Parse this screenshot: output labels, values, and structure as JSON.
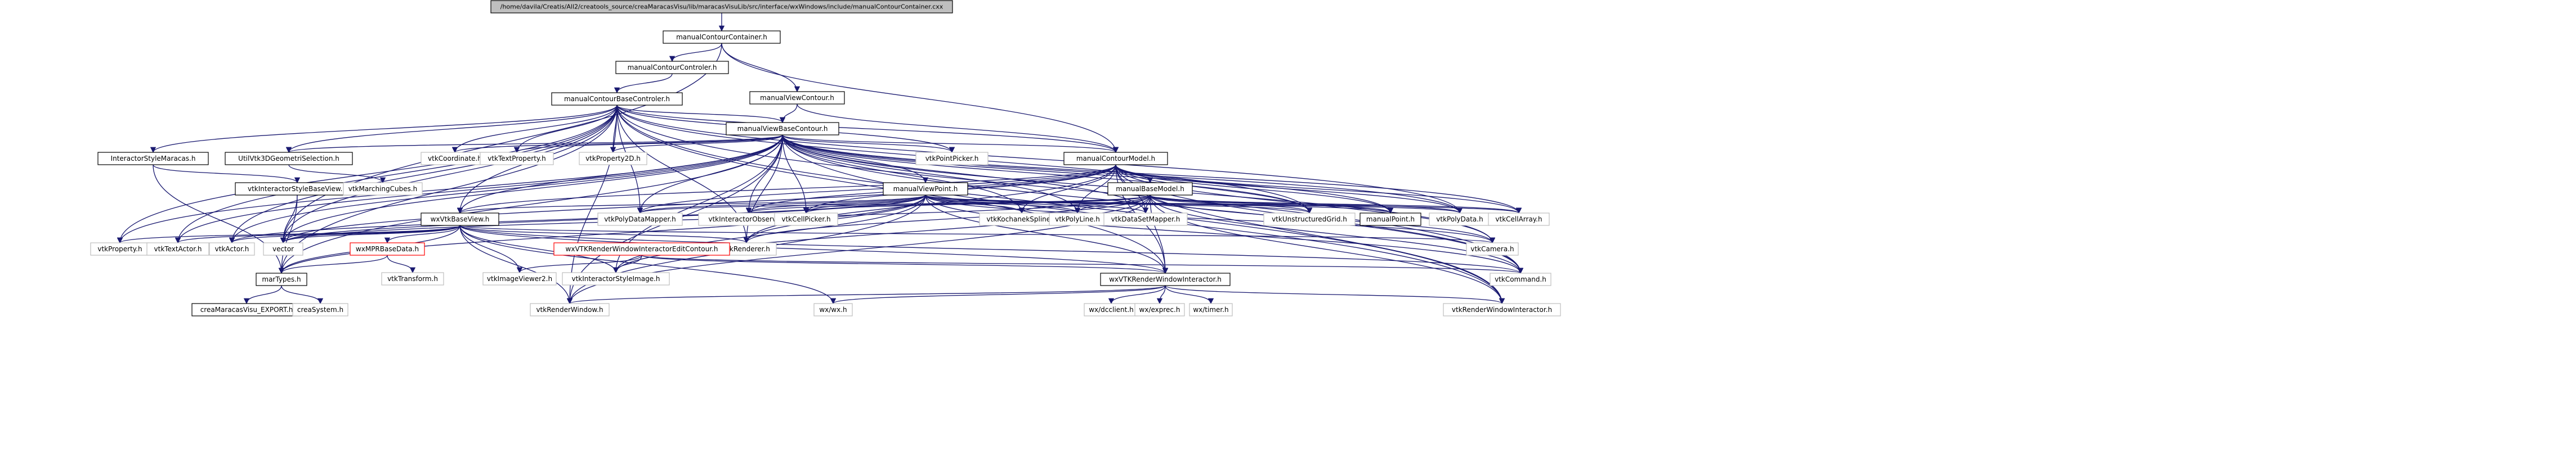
{
  "graph": {
    "root": "/home/davila/Creatis/All2/creatools_source/creaMaracasVisu/lib/maracasVisuLib/src/interface/wxWindows/include/manualContourContainer.cxx",
    "colors": {
      "edge": "#191970",
      "root_fill": "#bfbfbf",
      "documented_border": "#000000",
      "undocumented_border": "#bfbfbf",
      "red_border": "#ff0000"
    },
    "nodes": {
      "root": "/home/davila/Creatis/All2/creatools_source/creaMaracasVisu/lib/maracasVisuLib/src/interface/wxWindows/include/manualContourContainer.cxx",
      "manualContourContainer": "manualContourContainer.h",
      "manualContourControler": "manualContourControler.h",
      "manualViewContour": "manualViewContour.h",
      "manualContourBaseControler": "manualContourBaseControler.h",
      "manualViewBaseContour": "manualViewBaseContour.h",
      "InteractorStyleMaracas": "InteractorStyleMaracas.h",
      "UtilVtk3DGeometriSelection": "UtilVtk3DGeometriSelection.h",
      "vtkCoordinate": "vtkCoordinate.h",
      "vtkTextProperty": "vtkTextProperty.h",
      "vtkProperty2D": "vtkProperty2D.h",
      "vtkPointPicker": "vtkPointPicker.h",
      "manualContourModel": "manualContourModel.h",
      "vtkInteractorStyleBaseView": "vtkInteractorStyleBaseView.h",
      "vtkMarchingCubes": "vtkMarchingCubes.h",
      "manualViewPoint": "manualViewPoint.h",
      "manualBaseModel": "manualBaseModel.h",
      "wxVtkBaseView": "wxVtkBaseView.h",
      "vtkPolyDataMapper": "vtkPolyDataMapper.h",
      "vtkInteractorObserver": "vtkInteractorObserver.h",
      "vtkCellPicker": "vtkCellPicker.h",
      "vtkKochanekSpline": "vtkKochanekSpline.h",
      "vtkPolyLine": "vtkPolyLine.h",
      "vtkDataSetMapper": "vtkDataSetMapper.h",
      "vtkUnstructuredGrid": "vtkUnstructuredGrid.h",
      "manualPoint": "manualPoint.h",
      "vtkPolyData": "vtkPolyData.h",
      "vtkCellArray": "vtkCellArray.h",
      "vtkProperty": "vtkProperty.h",
      "vtkTextActor": "vtkTextActor.h",
      "vtkActor": "vtkActor.h",
      "vector": "vector",
      "wxMPRBaseData": "wxMPRBaseData.h",
      "vtkRenderer": "vtkRenderer.h",
      "wxVTKRenderWindowInteractorEditContour": "wxVTKRenderWindowInteractorEditContour.h",
      "vtkCamera": "vtkCamera.h",
      "vtkTransform": "vtkTransform.h",
      "marTypes": "marTypes.h",
      "vtkImageViewer2": "vtkImageViewer2.h",
      "vtkInteractorStyleImage": "vtkInteractorStyleImage.h",
      "wxVTKRenderWindowInteractor": "wxVTKRenderWindowInteractor.h",
      "vtkCommand": "vtkCommand.h",
      "creaMaracasVisu_EXPORT": "creaMaracasVisu_EXPORT.h",
      "creaSystem": "creaSystem.h",
      "vtkRenderWindow": "vtkRenderWindow.h",
      "wxwx": "wx/wx.h",
      "wxdcclient": "wx/dcclient.h",
      "wxexprec": "wx/exprec.h",
      "wxtimer": "wx/timer.h",
      "vtkRenderWindowInteractor": "vtkRenderWindowInteractor.h"
    }
  }
}
